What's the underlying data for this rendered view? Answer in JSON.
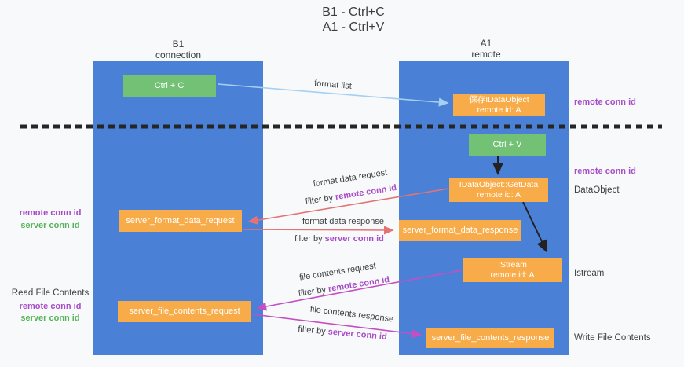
{
  "title": {
    "line1": "B1 - Ctrl+C",
    "line2": "A1 - Ctrl+V"
  },
  "columns": {
    "left": {
      "name": "B1",
      "role": "connection"
    },
    "right": {
      "name": "A1",
      "role": "remote"
    }
  },
  "nodes": {
    "ctrl_c": "Ctrl + C",
    "ctrl_v": "Ctrl + V",
    "save_idataobject": {
      "line1": "保存IDataObject",
      "line2": "remote id: A"
    },
    "getdata": {
      "line1": "IDataObject::GetData",
      "line2": "remote id: A"
    },
    "istream": {
      "line1": "IStream",
      "line2": "remote id: A"
    },
    "server_format_data_request": "server_format_data_request",
    "server_format_data_response": "server_format_data_response",
    "server_file_contents_request": "server_file_contents_request",
    "server_file_contents_response": "server_file_contents_response"
  },
  "flow_labels": {
    "format_list": "format list",
    "format_data_request": "format data request",
    "format_data_response": "format data response",
    "file_contents_request": "file contents request",
    "file_contents_response": "file contents response",
    "filter_by": "filter by",
    "remote_conn_id": "remote conn id",
    "server_conn_id": "server conn id"
  },
  "side_labels": {
    "remote_conn_id": "remote conn id",
    "server_conn_id": "server conn id",
    "read_file_contents": "Read File Contents",
    "write_file_contents": "Write File Contents",
    "dataobject": "DataObject",
    "istream": "Istream"
  },
  "colors": {
    "lane_blue": "#4a80d6",
    "node_orange": "#f8ac49",
    "node_green": "#72c175",
    "arrow_light_blue": "#a6cff0",
    "arrow_salmon": "#e57373",
    "arrow_magenta": "#c44fc4",
    "arrow_black": "#222222",
    "text_purple": "#a84cc8",
    "text_green": "#57b35b",
    "background": "#f8f9fa"
  }
}
